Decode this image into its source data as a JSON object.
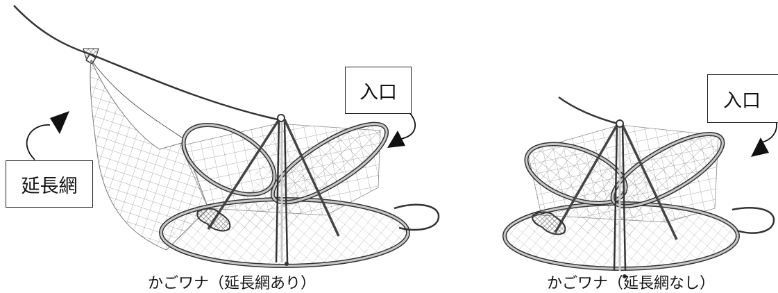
{
  "left_panel": {
    "entrance_label": "入口",
    "extension_net_label": "延長網",
    "caption": "かごワナ（延長網あり）"
  },
  "right_panel": {
    "entrance_label": "入口",
    "caption": "かごワナ（延長網なし）"
  },
  "colors": {
    "frame_fill": "#b9b9b9",
    "frame_stroke": "#333333",
    "net_line": "#777777",
    "bait": "#555555"
  }
}
